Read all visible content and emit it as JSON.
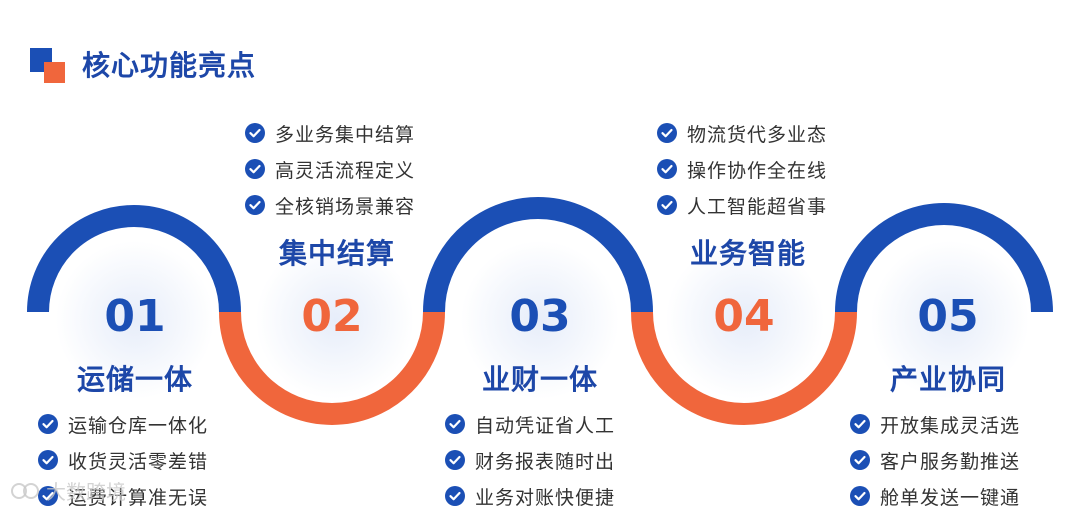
{
  "page_title": "核心功能亮点",
  "colors": {
    "blue": "#1b4fb5",
    "orange": "#f0663c",
    "text": "#333333"
  },
  "stages": [
    {
      "number": "01",
      "title": "运储一体",
      "color": "blue",
      "features": [
        "运输仓库一体化",
        "收货灵活零差错",
        "运费计算准无误"
      ]
    },
    {
      "number": "02",
      "title": "集中结算",
      "color": "orange",
      "features": [
        "多业务集中结算",
        "高灵活流程定义",
        "全核销场景兼容"
      ]
    },
    {
      "number": "03",
      "title": "业财一体",
      "color": "blue",
      "features": [
        "自动凭证省人工",
        "财务报表随时出",
        "业务对账快便捷"
      ]
    },
    {
      "number": "04",
      "title": "业务智能",
      "color": "orange",
      "features": [
        "物流货代多业态",
        "操作协作全在线",
        "人工智能超省事"
      ]
    },
    {
      "number": "05",
      "title": "产业协同",
      "color": "blue",
      "features": [
        "开放集成灵活选",
        "客户服务勤推送",
        "舱单发送一键通"
      ]
    }
  ],
  "watermark": {
    "text": "大数跨境",
    "icon": "watermark-logo-icon"
  }
}
